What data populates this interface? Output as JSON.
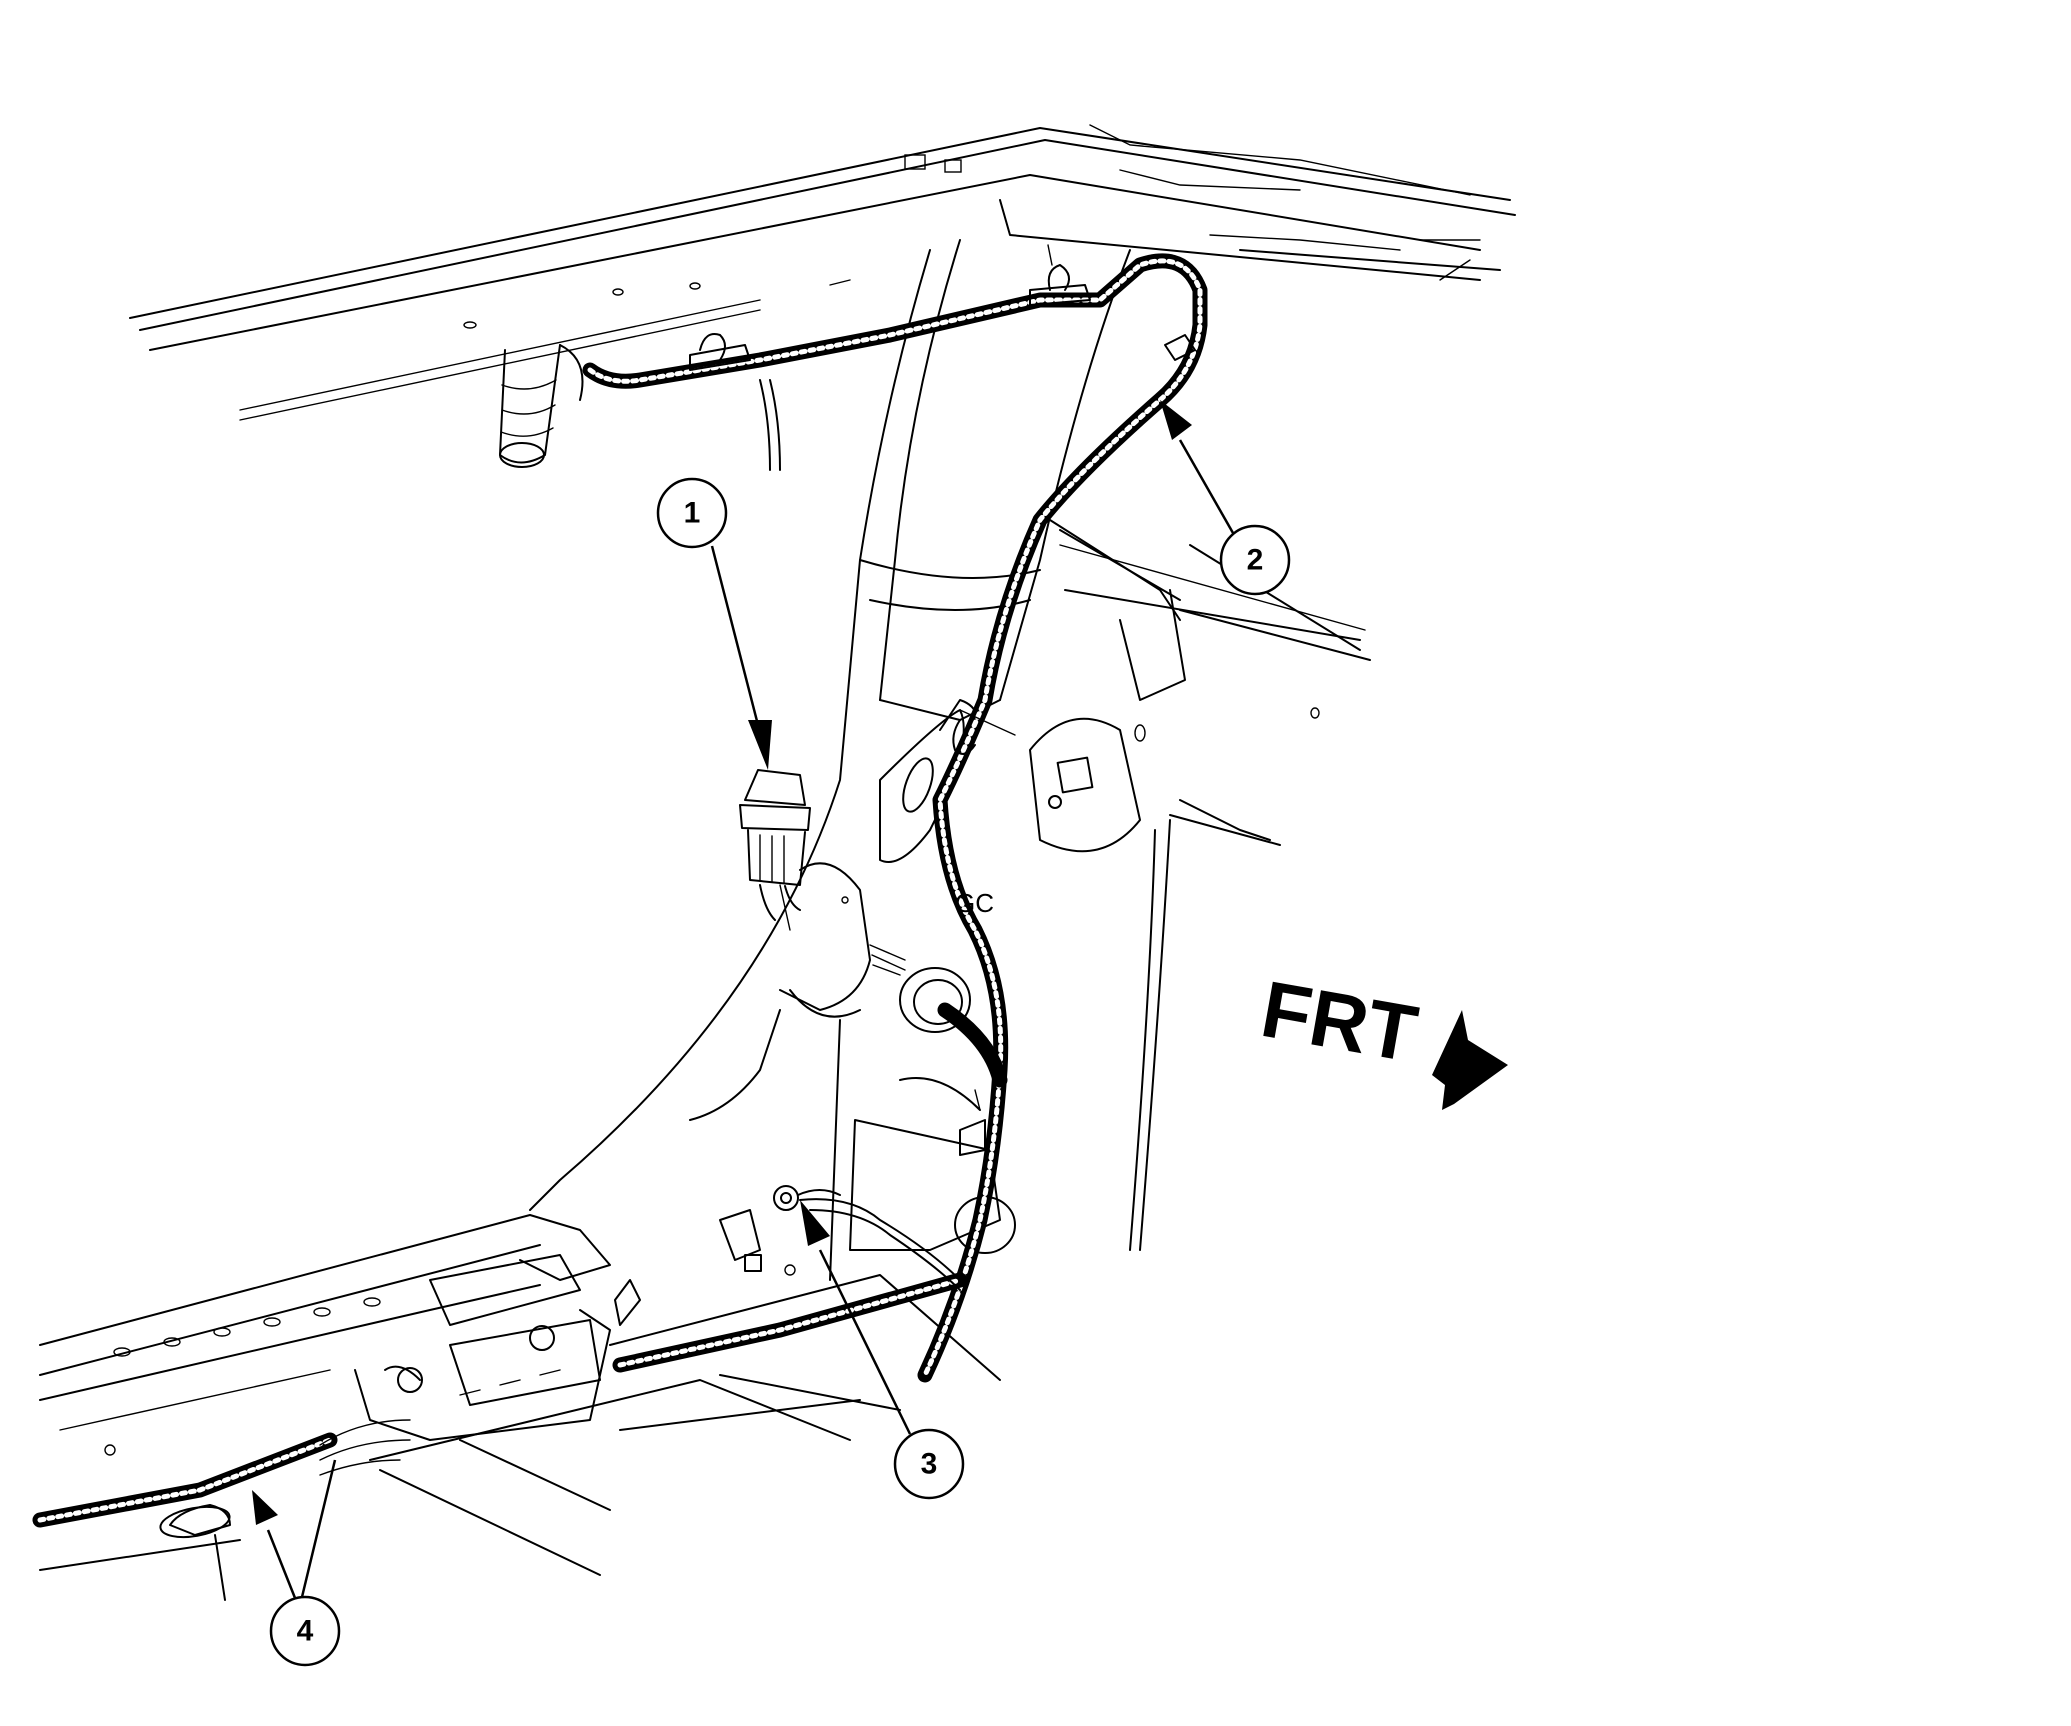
{
  "callouts": [
    {
      "label": "1"
    },
    {
      "label": "2"
    },
    {
      "label": "3"
    },
    {
      "label": "4"
    }
  ],
  "direction_label": "FRT",
  "panel_mark": "GC"
}
